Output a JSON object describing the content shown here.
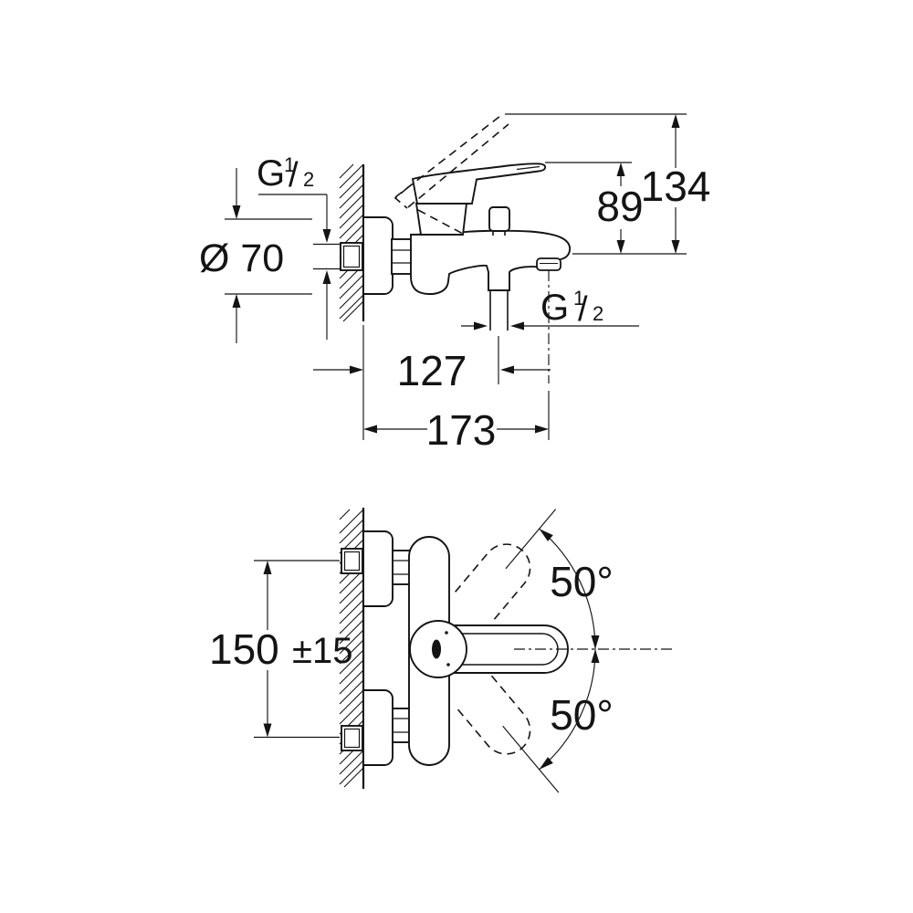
{
  "page": {
    "background": "#ffffff",
    "ink": "#141414"
  },
  "side_view": {
    "wall_thread": {
      "letter": "G",
      "numerator": "1",
      "fraction_slash": "/",
      "denominator": "2"
    },
    "escutcheon_diameter": "Ø 70",
    "lever_height": "89",
    "lever_open_height": "134",
    "hose_offset": "127",
    "spout_reach": "173",
    "hose_thread": {
      "letter": "G",
      "numerator": "1",
      "fraction_slash": "/",
      "denominator": "2"
    }
  },
  "front_view": {
    "connection_spacing": "150",
    "spacing_tolerance": "±15",
    "upper_swivel_angle": "50°",
    "lower_swivel_angle": "50°"
  }
}
